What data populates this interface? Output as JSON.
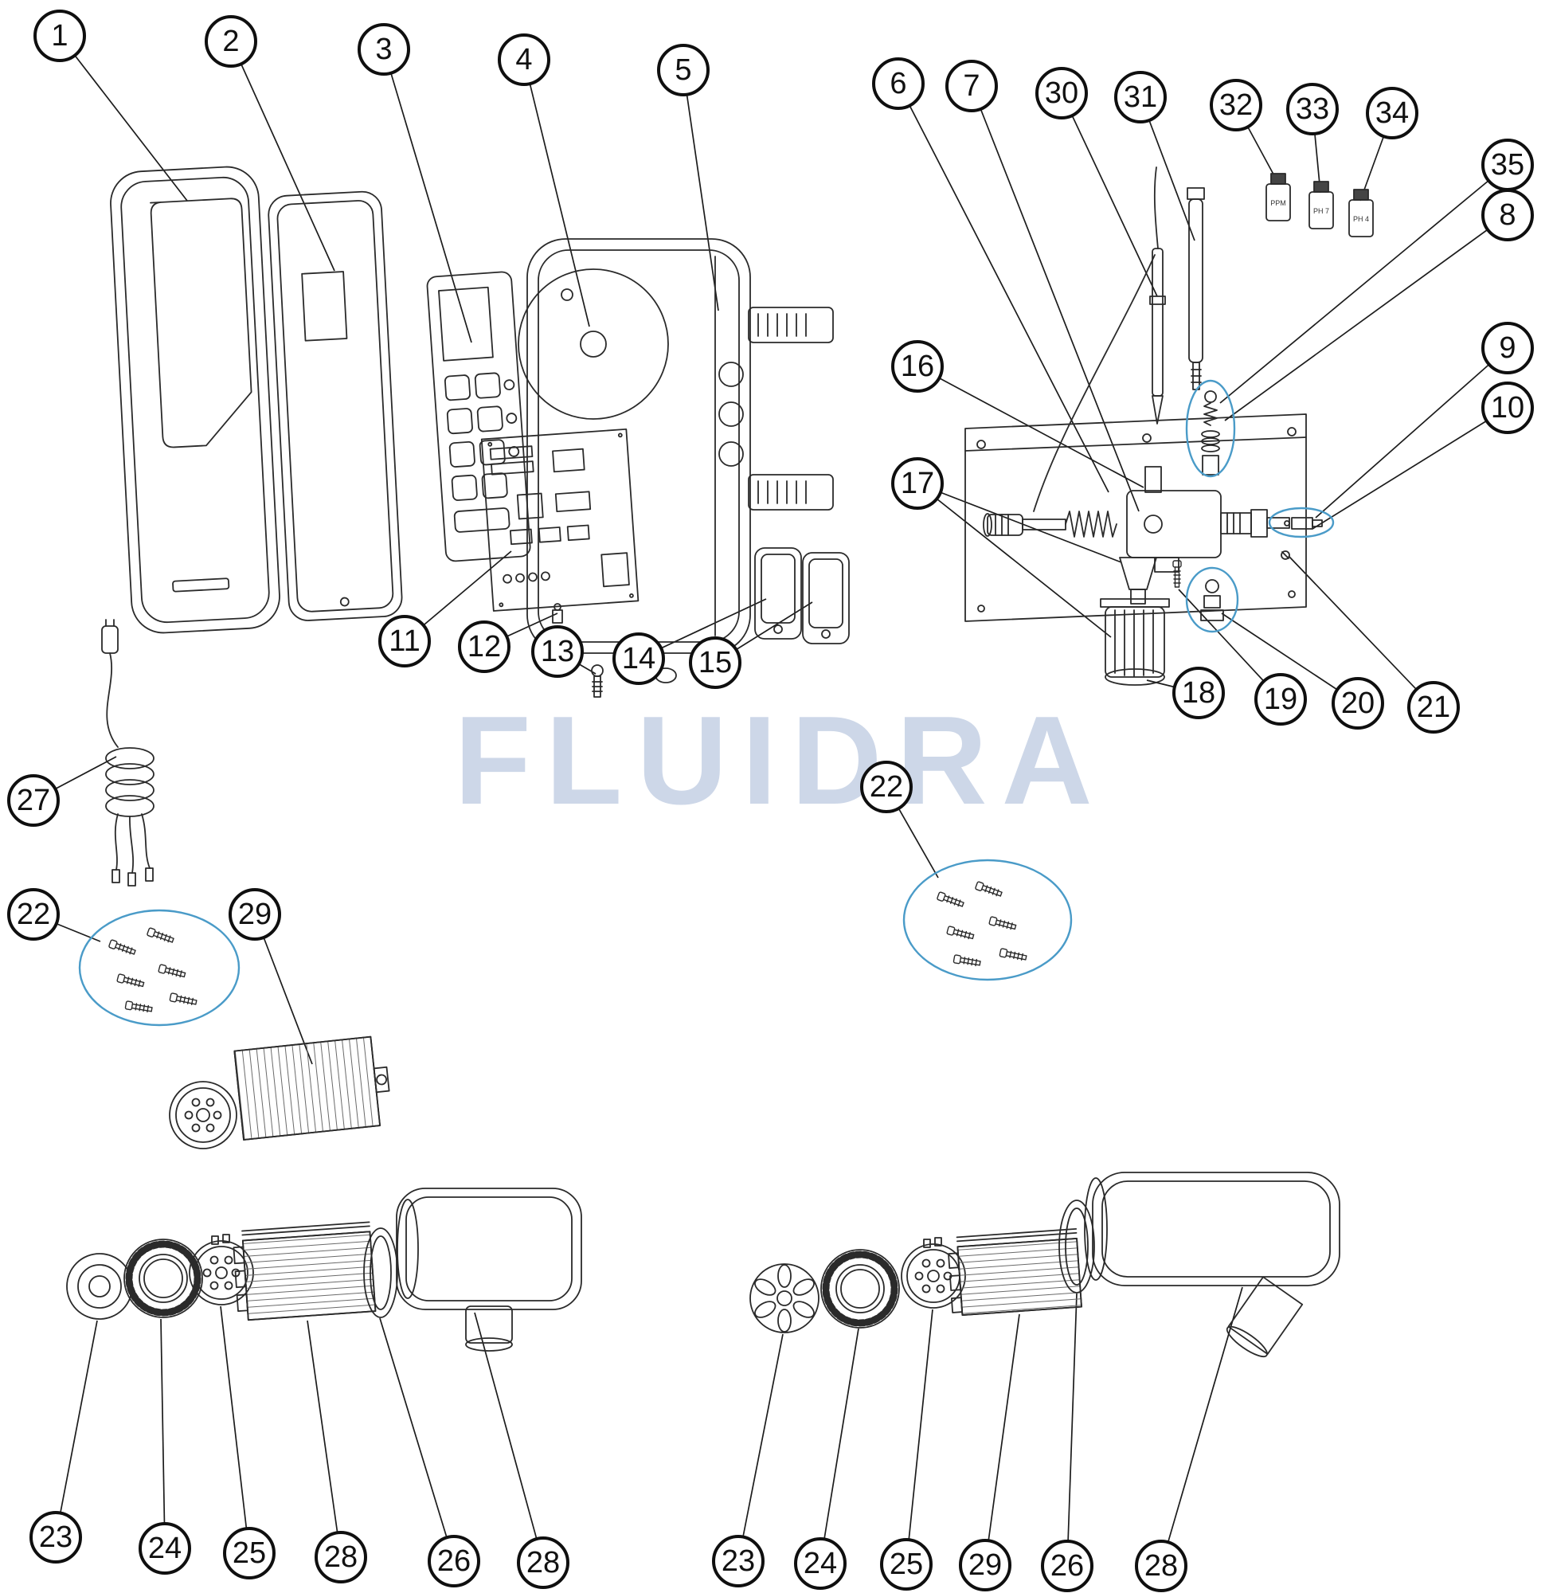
{
  "diagram": {
    "watermark": "FLUIDRA",
    "colors": {
      "line": "#2a2a2a",
      "highlight": "#4a9bc8",
      "watermark": "#cdd7e8"
    },
    "bottles": [
      {
        "label": "PPM"
      },
      {
        "label": "PH 7"
      },
      {
        "label": "PH 4"
      }
    ],
    "callouts": [
      {
        "label": "1"
      },
      {
        "label": "2"
      },
      {
        "label": "3"
      },
      {
        "label": "4"
      },
      {
        "label": "5"
      },
      {
        "label": "6"
      },
      {
        "label": "7"
      },
      {
        "label": "30"
      },
      {
        "label": "31"
      },
      {
        "label": "32"
      },
      {
        "label": "33"
      },
      {
        "label": "34"
      },
      {
        "label": "35"
      },
      {
        "label": "8"
      },
      {
        "label": "9"
      },
      {
        "label": "10"
      },
      {
        "label": "16"
      },
      {
        "label": "17"
      },
      {
        "label": "27"
      },
      {
        "label": "11"
      },
      {
        "label": "12"
      },
      {
        "label": "13"
      },
      {
        "label": "14"
      },
      {
        "label": "15"
      },
      {
        "label": "18"
      },
      {
        "label": "19"
      },
      {
        "label": "20"
      },
      {
        "label": "21"
      },
      {
        "label": "22"
      },
      {
        "label": "29"
      },
      {
        "label": "22"
      },
      {
        "label": "23"
      },
      {
        "label": "24"
      },
      {
        "label": "25"
      },
      {
        "label": "28"
      },
      {
        "label": "26"
      },
      {
        "label": "28"
      },
      {
        "label": "23"
      },
      {
        "label": "24"
      },
      {
        "label": "25"
      },
      {
        "label": "29"
      },
      {
        "label": "26"
      },
      {
        "label": "28"
      }
    ]
  }
}
